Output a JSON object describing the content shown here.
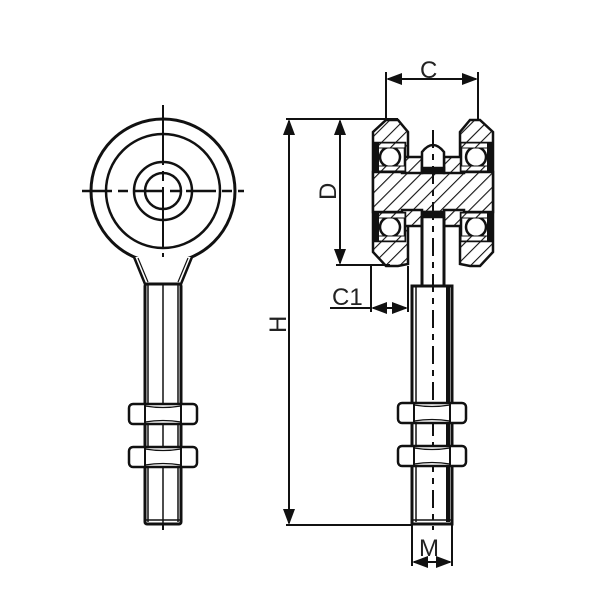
{
  "drawing": {
    "type": "technical-drawing",
    "subject": "eye-bolt roller / bearing wheel assembly",
    "views": [
      "front-view",
      "section-view"
    ],
    "stroke_color": "#111111",
    "background": "#ffffff"
  },
  "dimensions": {
    "C": "C",
    "D": "D",
    "C1": "C1",
    "H": "H",
    "M": "M"
  }
}
